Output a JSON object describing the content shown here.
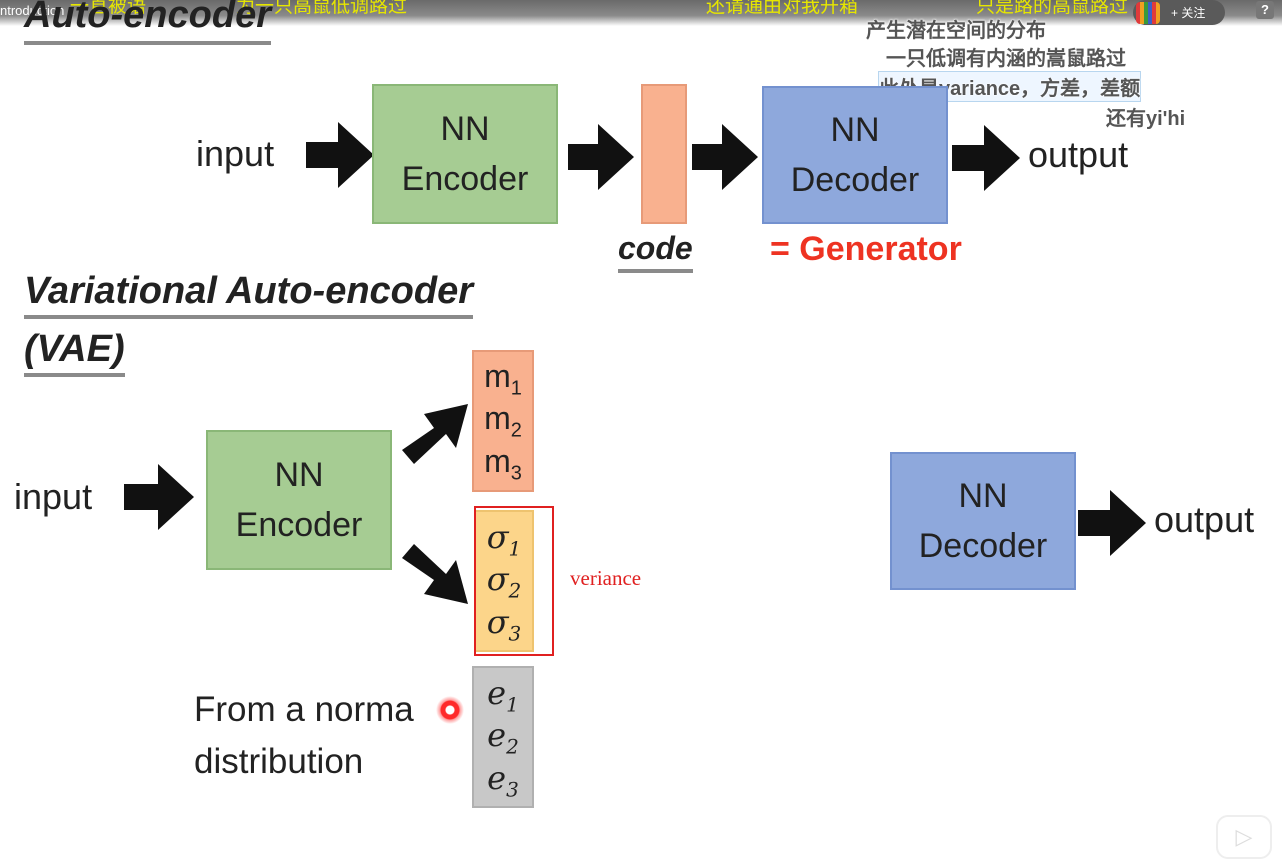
{
  "player": {
    "video_title": "ntroduction",
    "danmaku": [
      "一直被语",
      "为一只高鼠低调路过",
      "还请通由对我开箱",
      "只是路的高鼠路过"
    ],
    "follow_label": "+ 关注",
    "help_label": "?",
    "subtitles": [
      "产生潜在空间的分布",
      "一只低调有内涵的嵩鼠路过",
      "此处是variance，方差，差额",
      "还有yi'hi"
    ]
  },
  "slide": {
    "ae": {
      "title": "Auto-encoder",
      "input": "input",
      "encoder": [
        "NN",
        "Encoder"
      ],
      "code_label": "code",
      "decoder": [
        "NN",
        "Decoder"
      ],
      "generator": "= Generator",
      "output": "output"
    },
    "vae": {
      "title_line1": "Variational Auto-encoder",
      "title_line2": "(VAE)",
      "input": "input",
      "encoder": [
        "NN",
        "Encoder"
      ],
      "m": [
        "m",
        "1",
        "m",
        "2",
        "m",
        "3"
      ],
      "sigma": [
        "σ",
        "1",
        "σ",
        "2",
        "σ",
        "3"
      ],
      "e": [
        "e",
        "1",
        "e",
        "2",
        "e",
        "3"
      ],
      "annotation": "veriance",
      "normal_line1": "From a norma",
      "normal_line2": "distribution",
      "decoder": [
        "NN",
        "Decoder"
      ],
      "output": "output"
    }
  },
  "controls": {
    "play_icon": "▷"
  },
  "colors": {
    "encoder_green": "#a6cc93",
    "decoder_blue": "#8ea8dc",
    "code_orange": "#f9b18f",
    "sigma_yellow": "#fcd58a",
    "noise_gray": "#c8c8c8",
    "annotation_red": "#e02020",
    "generator_red": "#ee3322"
  }
}
